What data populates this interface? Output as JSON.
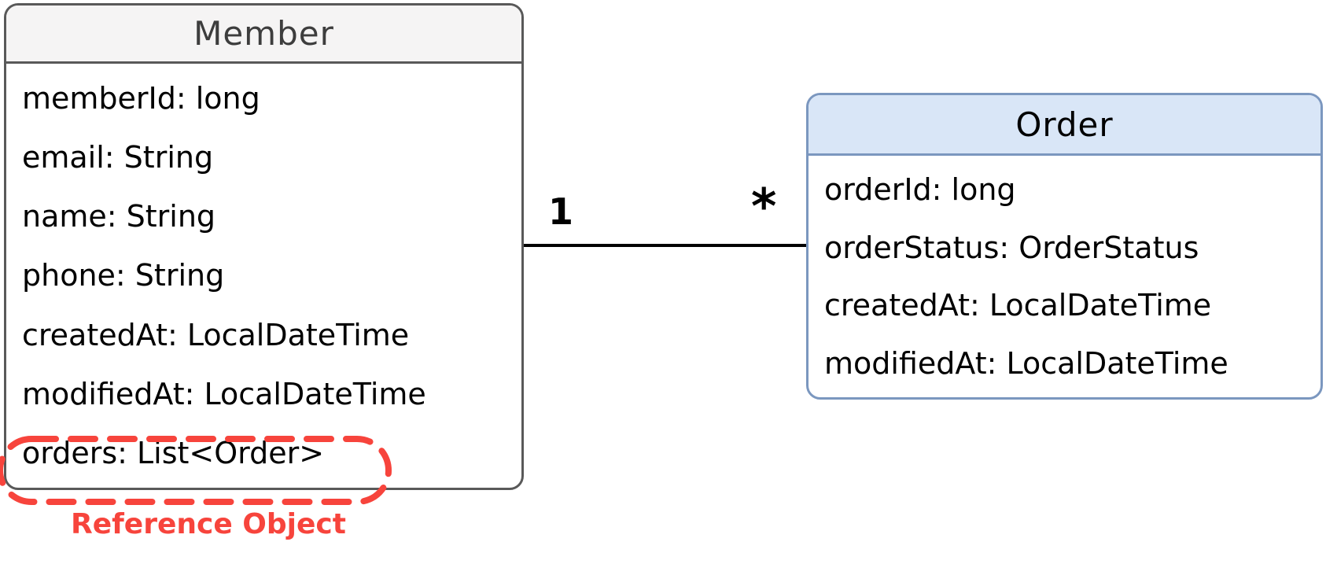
{
  "diagram": {
    "member": {
      "title": "Member",
      "attributes": [
        "memberId: long",
        "email: String",
        "name: String",
        "phone: String",
        "createdAt: LocalDateTime",
        "modifiedAt: LocalDateTime",
        "orders: List<Order>"
      ]
    },
    "order": {
      "title": "Order",
      "attributes": [
        "orderId: long",
        "orderStatus: OrderStatus",
        "createdAt: LocalDateTime",
        "modifiedAt: LocalDateTime"
      ]
    },
    "relation": {
      "left_multiplicity": "1",
      "right_multiplicity": "*"
    },
    "annotation": {
      "label": "Reference Object"
    },
    "colors": {
      "member_header_bg": "#f5f4f4",
      "member_border": "#595959",
      "member_title_text": "#3d3d3d",
      "order_header_bg": "#d9e6f7",
      "order_border": "#7b97bf",
      "attribute_text": "#000000",
      "association_line": "#000000",
      "annotation_red": "#f7443c",
      "background": "#ffffff"
    }
  }
}
